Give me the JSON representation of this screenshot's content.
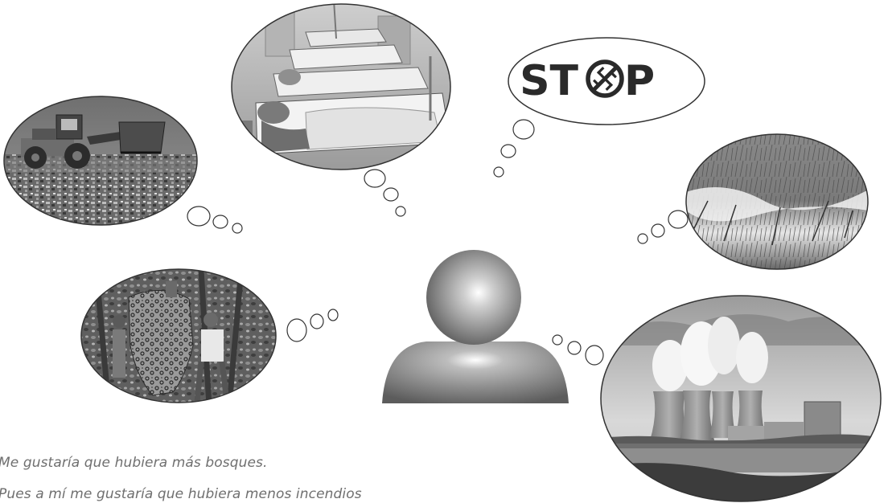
{
  "texts": {
    "line1": "Me gustaría que hubiera más bosques.",
    "line2": "Pues a mí me gustaría que hubiera menos incendios"
  },
  "stop_sign": {
    "letters_left": "ST",
    "letters_right": "P",
    "center_symbol": "crossed-swastika-icon"
  },
  "scenes": [
    "landfill-bulldozer-photo",
    "hospital-beds-photo",
    "stop-sign-graphic",
    "burning-forest-photo",
    "jaguar-pelt-photo",
    "nuclear-power-plant-photo"
  ],
  "colors": {
    "text": "#6f6f6f",
    "outline": "#333333",
    "person_light": "#e0e0e0",
    "person_dark": "#5c5c5c"
  }
}
